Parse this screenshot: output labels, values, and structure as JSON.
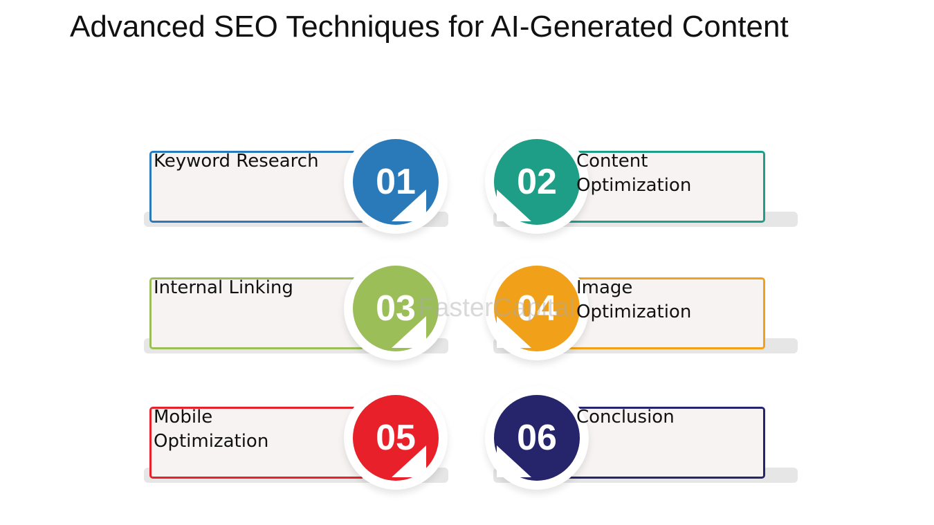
{
  "title": "Advanced SEO Techniques for AI-Generated Content",
  "watermark": "FasterCapital",
  "items": [
    {
      "number": "01",
      "lines": [
        "Keyword Research"
      ],
      "color": "#2a7ab9"
    },
    {
      "number": "02",
      "lines": [
        "Content",
        "Optimization"
      ],
      "color": "#1e9e86"
    },
    {
      "number": "03",
      "lines": [
        "Internal Linking"
      ],
      "color": "#9bbe59"
    },
    {
      "number": "04",
      "lines": [
        "Image",
        "Optimization"
      ],
      "color": "#f0a019"
    },
    {
      "number": "05",
      "lines": [
        "Mobile",
        "Optimization"
      ],
      "color": "#e8202a"
    },
    {
      "number": "06",
      "lines": [
        "Conclusion"
      ],
      "color": "#26256b"
    }
  ]
}
